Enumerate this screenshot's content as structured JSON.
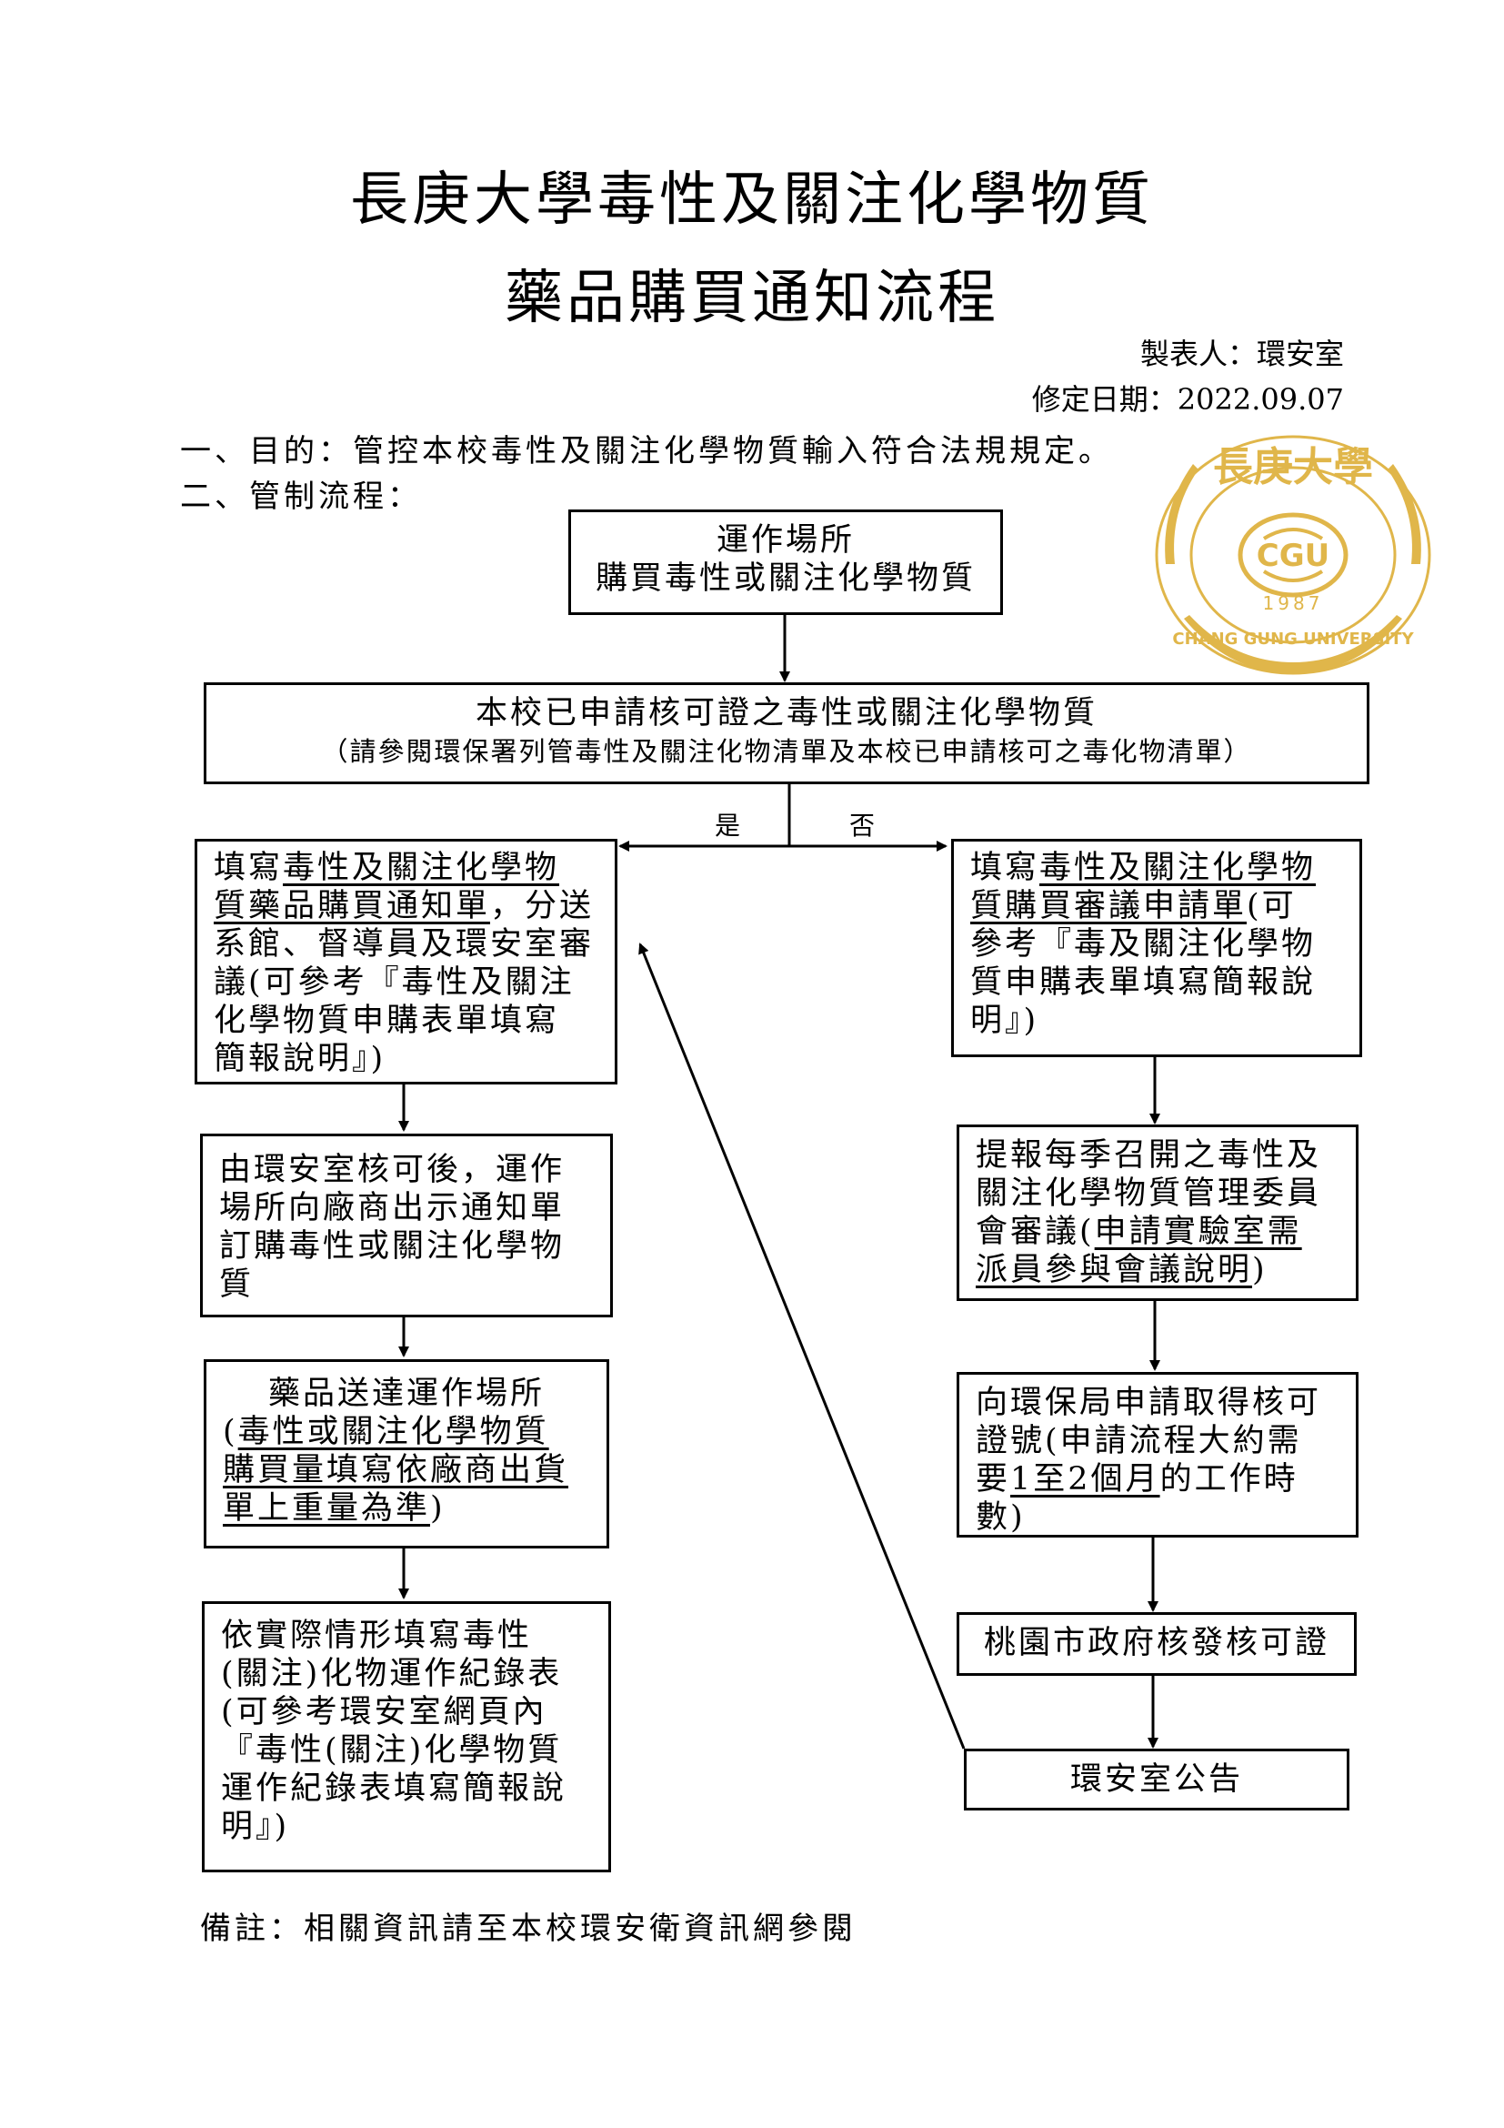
{
  "title": {
    "line1": "長庚大學毒性及關注化學物質",
    "line2": "藥品購買通知流程"
  },
  "meta": {
    "maker": "製表人：環安室",
    "revision_date": "修定日期：2022.09.07"
  },
  "sections": {
    "purpose": "一、目的：管控本校毒性及關注化學物質輸入符合法規規定。",
    "process": "二、管制流程："
  },
  "logo": {
    "top_text": "長庚大學",
    "center": "CGU",
    "year": "1987",
    "english": "CHANG GUNG UNIVERSITY",
    "color": "#e0b64a"
  },
  "flow": {
    "start": {
      "line1": "運作場所",
      "line2": "購買毒性或關注化學物質"
    },
    "decision": {
      "line1": "本校已申請核可證之毒性或關注化學物質",
      "line2": "（請參閱環保署列管毒性及關注化物清單及本校已申請核可之毒化物清單）"
    },
    "yes_label": "是",
    "no_label": "否",
    "left": {
      "step1": {
        "a": "填寫",
        "b": "毒性及關注化學物",
        "c": "質藥品購買通知單",
        "d": "，分送",
        "e": "系館、督導員及環安室審",
        "f": "議(可參考『毒性及關注",
        "g": "化學物質申購表單填寫",
        "h": "簡報說明』)"
      },
      "step2": {
        "l1": "由環安室核可後，運作",
        "l2": "場所向廠商出示通知單",
        "l3": "訂購毒性或關注化學物",
        "l4": "質"
      },
      "step3": {
        "l1": "藥品送達運作場所",
        "l2a": "(",
        "l2b": "毒性或關注化學物質",
        "l3": "購買量填寫依廠商出貨",
        "l4a": "單上重量為準",
        "l4b": ")"
      },
      "step4": {
        "l1": "依實際情形填寫毒性",
        "l2": "(關注)化物運作紀錄表",
        "l3": "(可參考環安室網頁內",
        "l4": "『毒性(關注)化學物質",
        "l5": "運作紀錄表填寫簡報說",
        "l6": "明』)"
      }
    },
    "right": {
      "step1": {
        "a": "填寫",
        "b": "毒性及關注化學物",
        "c": "質購買審議申請單",
        "d": "(可",
        "e": "參考『毒及關注化學物",
        "f": "質申購表單填寫簡報說",
        "g": "明』)"
      },
      "step2": {
        "l1": "提報每季召開之毒性及",
        "l2": "關注化學物質管理委員",
        "l3a": "會審議(",
        "l3b": "申請實驗室需",
        "l4a": "派員參與會議說明",
        "l4b": ")"
      },
      "step3": {
        "l1": "向環保局申請取得核可",
        "l2": "證號(申請流程大約需",
        "l3a": "要",
        "l3b": "1至2個月",
        "l3c": "的工作時",
        "l4": "數)"
      },
      "step4": "桃園市政府核發核可證",
      "step5": "環安室公告"
    }
  },
  "note": "備註：相關資訊請至本校環安衛資訊網參閱"
}
